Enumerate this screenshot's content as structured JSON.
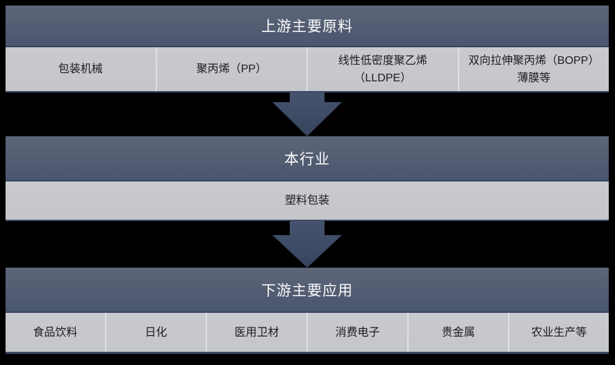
{
  "colors": {
    "bg": "#000000",
    "header-top": "#5d6678",
    "header-bottom": "#4a566e",
    "header-border": "#38445d",
    "row-bg": "#c4c6ca",
    "row-border": "#3e4a63",
    "divider": "#dfe1e5",
    "arrow-top": "#45536e",
    "arrow-bottom": "#36445e",
    "header-text": "#fafafa",
    "cell-text": "#1c1c1c"
  },
  "sections": [
    {
      "title": "上游主要原料",
      "cells": [
        "包装机械",
        "聚丙烯（PP）",
        "线性低密度聚乙烯（LLDPE）",
        "双向拉伸聚丙烯（BOPP）薄膜等"
      ]
    },
    {
      "title": "本行业",
      "cells": [
        "塑料包装"
      ]
    },
    {
      "title": "下游主要应用",
      "cells": [
        "食品饮料",
        "日化",
        "医用卫材",
        "消费电子",
        "贵金属",
        "农业生产等"
      ]
    }
  ]
}
